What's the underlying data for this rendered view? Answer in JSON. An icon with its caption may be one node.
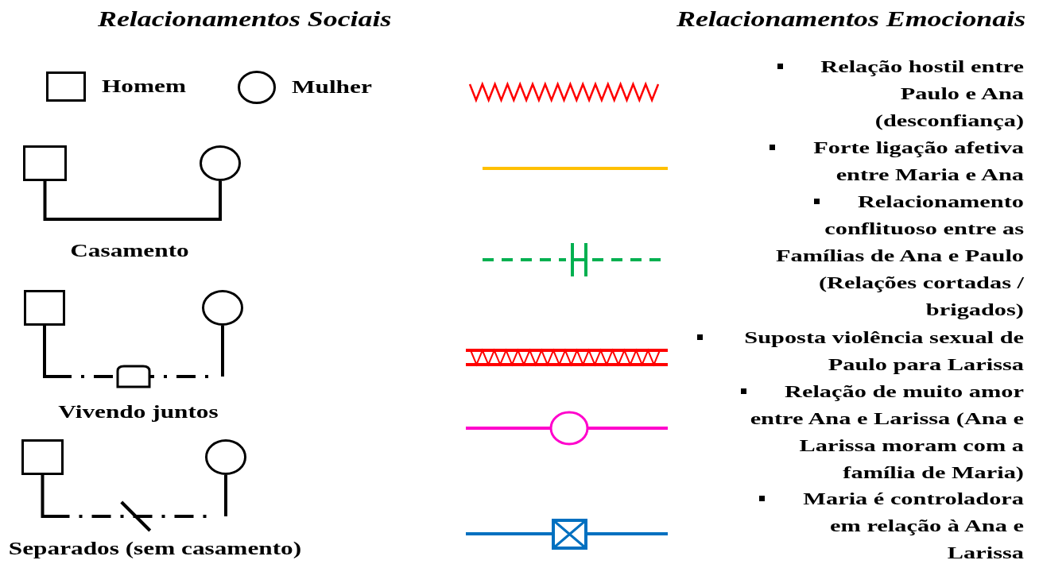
{
  "diagram": {
    "nodes": [
      {
        "text": [],
        "shape": "box",
        "beside": [
          "Homem"
        ]
      },
      {
        "text": [],
        "shape": "circle",
        "beside": [
          "Mulher"
        ]
      },
      {
        "text": [],
        "shape": "box"
      },
      {
        "text": [],
        "shape": "circle"
      },
      {
        "text": [],
        "shape": "box"
      },
      {
        "text": [],
        "shape": "circle"
      },
      {
        "text": [],
        "shape": "box"
      },
      {
        "text": [],
        "shape": "circle"
      }
    ],
    "edges": [
      {
        "from": 2,
        "to": 3,
        "arrow": "none"
      },
      {
        "from": 4,
        "to": 5,
        "arrow": "none",
        "style": "dashed"
      },
      {
        "from": 6,
        "to": 7,
        "arrow": "none",
        "style": "dashed"
      }
    ],
    "labels": [
      "Relacionamentos Sociais",
      "Relacionamentos Emocionais",
      "Casamento",
      "Vivendo juntos",
      "Separados (sem casamento)"
    ],
    "legend": [
      {
        "text": "Relação hostil entre Paulo e Ana (desconfiança)"
      },
      {
        "text": "Forte ligação afetiva entre Maria e Ana"
      },
      {
        "text": "Relacionamento conflituoso entre as Famílias de Ana e Paulo (Relações cortadas / brigados)"
      },
      {
        "text": "Suposta violência sexual de Paulo para Larissa"
      },
      {
        "text": "Relação de muito amor entre Ana e Larissa (Ana e Larissa moram com a família de Maria)"
      },
      {
        "text": "Maria é controladora em relação à Ana e Larissa"
      }
    ]
  }
}
